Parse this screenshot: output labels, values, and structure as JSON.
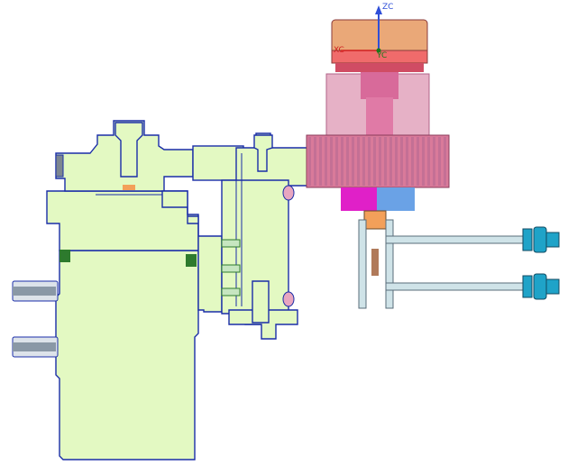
{
  "axes": {
    "z_label": "ZC",
    "x_label": "XC",
    "y_label": "YC"
  },
  "colors": {
    "background": "#ffffff",
    "part_fill": "#e3f9c2",
    "part_edge": "#1a2da8",
    "housing": "#e6b1c6",
    "housing_dark": "#c47095",
    "gear": "#d97a9a",
    "cap_top": "#e9a57a",
    "cap_band": "#f06b6b",
    "magenta": "#e020c8",
    "cyan_blue": "#6aa2e6",
    "orange": "#f3a05a",
    "rod": "#cfe3e8",
    "fitting": "#1fa3c8",
    "rod_edge": "#5a6c7a",
    "axis_z": "#2f4fd8",
    "axis_x": "#d02020",
    "axis_y": "#1a7a1a"
  }
}
